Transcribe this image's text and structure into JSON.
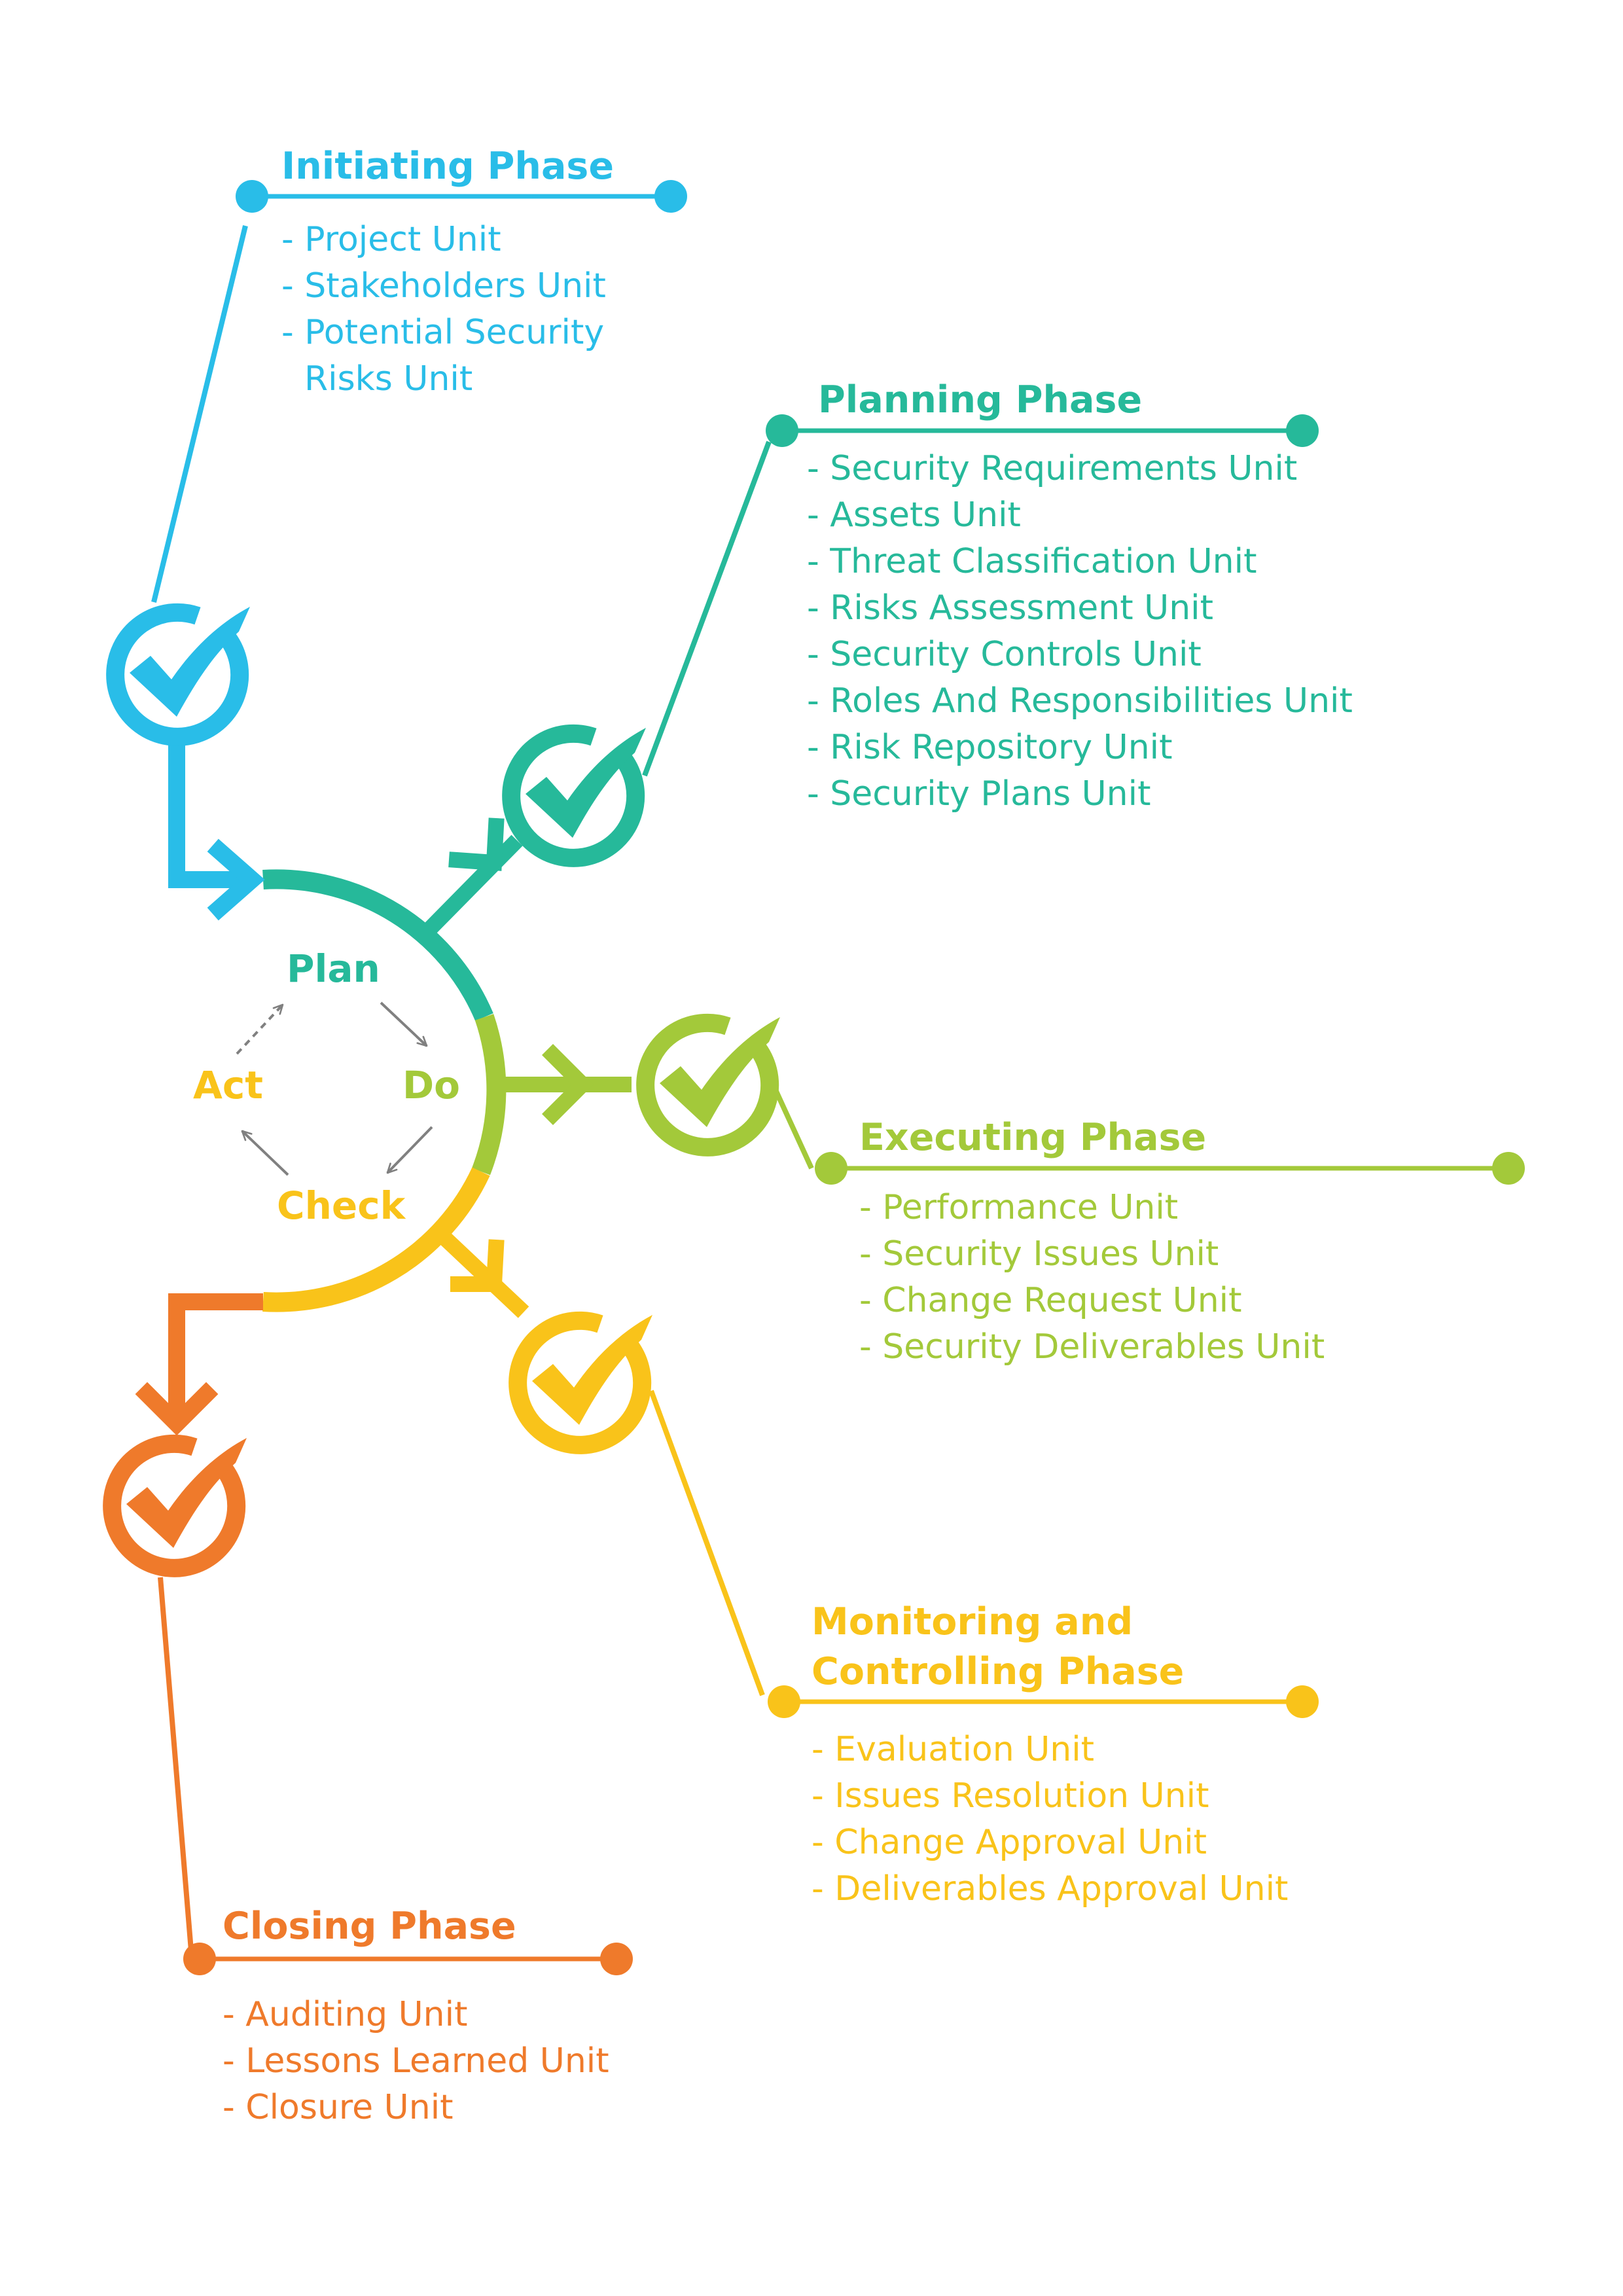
{
  "colors": {
    "initiating": "#29BDE8",
    "planning": "#26B99A",
    "executing": "#A3C93A",
    "monitoring": "#F9C31A",
    "closing": "#EF7A2B",
    "cycle_arrows": "#808080"
  },
  "cycle": {
    "plan": "Plan",
    "do": "Do",
    "check": "Check",
    "act": "Act"
  },
  "phases": {
    "initiating": {
      "title": "Initiating Phase",
      "units": [
        "- Project Unit",
        "- Stakeholders Unit",
        "- Potential Security",
        "Risks Unit"
      ]
    },
    "planning": {
      "title": "Planning Phase",
      "units": [
        "- Security Requirements Unit",
        "- Assets Unit",
        "- Threat Classification Unit",
        "- Risks Assessment Unit",
        "- Security Controls Unit",
        "- Roles And Responsibilities Unit",
        "- Risk Repository Unit",
        "- Security Plans Unit"
      ]
    },
    "executing": {
      "title": "Executing Phase",
      "units": [
        "- Performance Unit",
        "- Security Issues Unit",
        "- Change Request Unit",
        "- Security Deliverables Unit"
      ]
    },
    "monitoring": {
      "title_line1": "Monitoring and",
      "title_line2": "Controlling Phase",
      "units": [
        "- Evaluation Unit",
        "- Issues Resolution Unit",
        "- Change Approval Unit",
        "- Deliverables Approval Unit"
      ]
    },
    "closing": {
      "title": "Closing Phase",
      "units": [
        "- Auditing Unit",
        "- Lessons Learned Unit",
        "- Closure Unit"
      ]
    }
  }
}
